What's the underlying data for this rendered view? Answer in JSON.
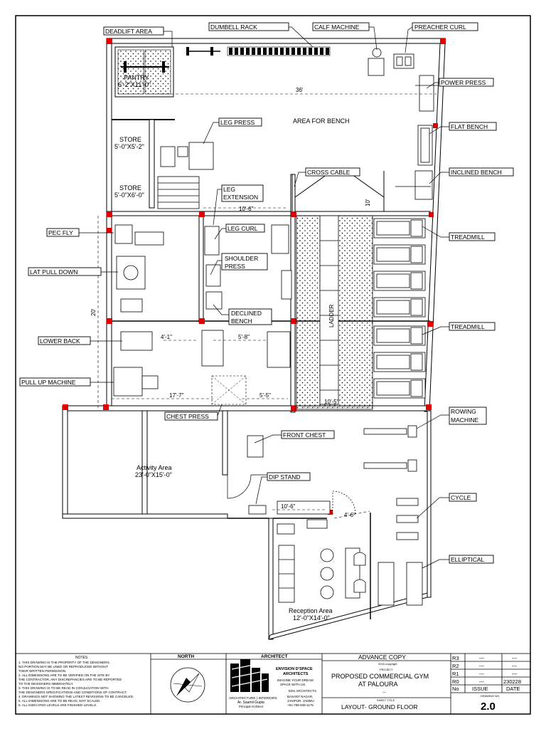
{
  "labels": {
    "deadlift": "DEADLIFT AREA",
    "dumbell": "DUMBELL RACK",
    "calf": "CALF MACHINE",
    "preacher": "PREACHER CURL",
    "power": "POWER PRESS",
    "flat": "FLAT BENCH",
    "inclined": "INCLINED BENCH",
    "crosscable": "CROSS CABLE",
    "legpress": "LEG PRESS",
    "legext1": "LEG",
    "legext2": "EXTENSION",
    "legcurl": "LEG CURL",
    "shoulder1": "SHOULDER",
    "shoulder2": "PRESS",
    "declined1": "DECLINED",
    "declined2": "BENCH",
    "pecfly": "PEC FLY",
    "latpull": "LAT PULL DOWN",
    "lowerback": "LOWER BACK",
    "pullup": "PULL UP MACHINE",
    "chestpress": "CHEST PRESS",
    "frontchest": "FRONT CHEST",
    "dipstand": "DIP STAND",
    "treadmill1": "TREADMILL",
    "treadmill2": "TREADMILL",
    "rowing1": "ROWING",
    "rowing2": "MACHINE",
    "cycle": "CYCLE",
    "elliptical": "ELLIPTICAL"
  },
  "rooms": {
    "pantry_name": "PANTRY",
    "pantry_size": "6'-2\"X11'-0\"",
    "store1_name": "STORE",
    "store1_size": "5'-0\"X5'-2\"",
    "store2_name": "STORE",
    "store2_size": "5'-0\"X6'-0\"",
    "bench_area": "AREA FOR BENCH",
    "activity_name": "Activity Area",
    "activity_size": "23'-0\"X15'-0\"",
    "reception_name": "Reception Area",
    "reception_size": "12'-0\"X14'-0\"",
    "ladder": "LADDER"
  },
  "dimensions": {
    "d36": "36'",
    "d10_6a": "10'-6\"",
    "d10": "10'",
    "d4_1": "4'-1\"",
    "d5_8": "5'-8\"",
    "d17_7": "17'-7\"",
    "d5_5": "5'-5\"",
    "d10_5": "10'-5\"",
    "d10_6b": "10'-6\"",
    "d4_6": "4'-6\"",
    "d20": "20'"
  },
  "titleblock": {
    "notes_title": "NOTES",
    "notes": [
      "1. THIS DRAWING IS THE PROPERTY OF THE DESIGNERS.",
      "   NO PORTION MAY BE USED OR REPRODUCED WITHOUT",
      "   THEIR WRITTEN PERMISSION.",
      "2. ALL DIMENSIONS ARE TO BE VERIFIED ON THE SITE BY",
      "   THE CONTRACTOR. ANY DISCREPANCIES ARE TO BE REPORTED",
      "   TO THE DESIGNERS IMMEDIATELY.",
      "3. THIS DRAWING IS TO BE READ IN CONJUGATION WITH",
      "   THE DESIGNERS SPECIFICATIONS AND CONDITIONS OF CONTRACT.",
      "4. DRAWINGS NOT SHOWING THE LATEST REVISIONS TO BE CANCELED.",
      "5. ALL DIMENSIONS ARE TO BE READ, NOT SCALED.",
      "6. ALL INDICATED LEVELS ARE FINISHED LEVELS."
    ],
    "north": "NORTH",
    "architect": "ARCHITECT",
    "firm1": "ENVISION D'SPACE",
    "firm2": "ARCHITECTS",
    "tagline1": "IMAGINE YOUR DREAM",
    "tagline2": "SPACE WITH US.",
    "disciplines": "ARCHITECTURE | INTERIORS",
    "principal_name": "Ar. Saamil Gupta",
    "principal_title": "Principal Architect",
    "eds": "EDS ARCHITECTS",
    "addr1": "BASANT NAGAR,",
    "addr2": "JANIPUR, JAMMU",
    "phone": "+91-789-939-1176",
    "advance": "ADVANCE COPY",
    "copyright": "2202-copyright",
    "project_caption": "PROJECT",
    "project1": "PROPOSED COMMERCIAL GYM",
    "project2": "AT PALOURA",
    "dashes": "---",
    "sheet_caption": "SHEET TITLE",
    "sheet_title": "LAYOUT- GROUND FLOOR",
    "drawing_caption": "DRAWING NO.",
    "drawing_no": "2.0",
    "revisions": [
      {
        "rev": "R3",
        "issue": "---",
        "date": "---"
      },
      {
        "rev": "R2",
        "issue": "---",
        "date": "---"
      },
      {
        "rev": "R1",
        "issue": "---",
        "date": "---"
      },
      {
        "rev": "R0",
        "issue": "---",
        "date": "230228"
      }
    ],
    "col_no": "No",
    "col_issue": "ISSUE",
    "col_date": "DATE"
  }
}
